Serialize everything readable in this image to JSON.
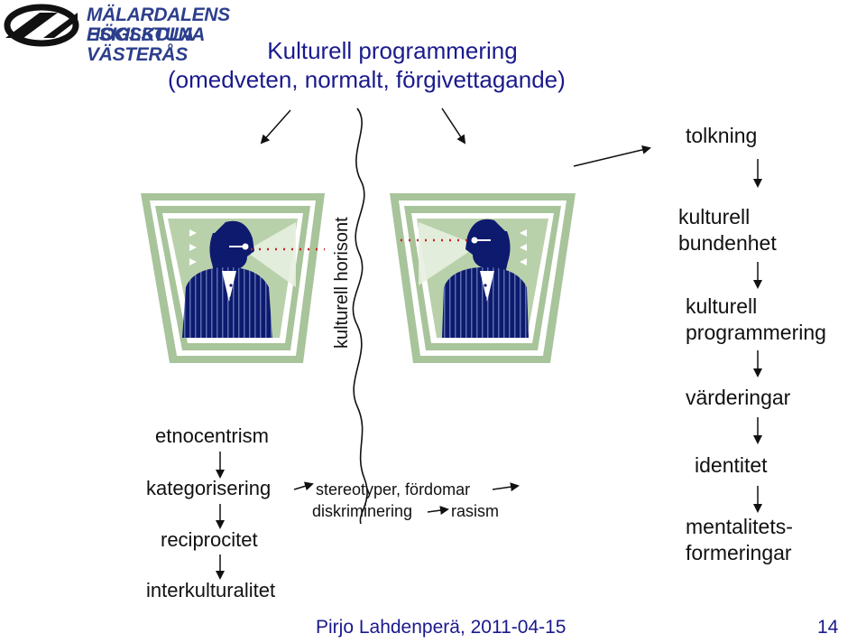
{
  "header": {
    "university_line1": "MÄLARDALENS HÖGSKOLA",
    "university_line2": "ESKILSTUNA VÄSTERÅS",
    "title_line1": "Kulturell programmering",
    "title_line2": "(omedveten, normalt, förgivettagande)"
  },
  "center": {
    "horizon_label": "kulturell horisont"
  },
  "right_chain": {
    "items": [
      "tolkning",
      "kulturell\nbundenhet",
      "kulturell\nprogrammering",
      "värderingar",
      "identitet",
      "mentalitets-\nformeringar"
    ]
  },
  "left_chain": {
    "items": [
      "etnocentrism",
      "kategorisering",
      "reciprocitet",
      "interkulturalitet"
    ]
  },
  "middle_chain": {
    "line1": "stereotyper, fördomar",
    "line2a": "diskriminering",
    "line2b": "rasism"
  },
  "footer": {
    "author": "Pirjo Lahdenperä, 2011-04-15",
    "page_number": "14"
  },
  "colors": {
    "logo_blue": "#2c3f8c",
    "accent_blue": "#1a1a8c",
    "frame_green": "#a8c49a",
    "figure_navy": "#0d1a6e",
    "sight_red": "#cc2222"
  },
  "icons": [
    "university-logo-icon",
    "person-looking-right-icon",
    "person-looking-left-icon"
  ]
}
